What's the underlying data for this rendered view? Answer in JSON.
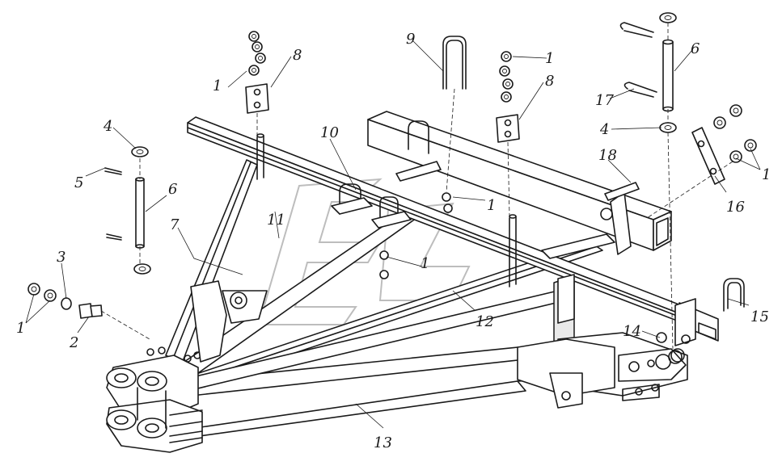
{
  "callouts": [
    {
      "id": "c1a",
      "label": "1"
    },
    {
      "id": "c8a",
      "label": "8"
    },
    {
      "id": "c9",
      "label": "9"
    },
    {
      "id": "c1b",
      "label": "1"
    },
    {
      "id": "c8b",
      "label": "8"
    },
    {
      "id": "c6a",
      "label": "6"
    },
    {
      "id": "c17",
      "label": "17"
    },
    {
      "id": "c4a",
      "label": "4"
    },
    {
      "id": "c4b",
      "label": "4"
    },
    {
      "id": "c10",
      "label": "10"
    },
    {
      "id": "c18",
      "label": "18"
    },
    {
      "id": "c5",
      "label": "5"
    },
    {
      "id": "c6b",
      "label": "6"
    },
    {
      "id": "c1c",
      "label": "1"
    },
    {
      "id": "c16",
      "label": "16"
    },
    {
      "id": "c1d",
      "label": "1"
    },
    {
      "id": "c11",
      "label": "11"
    },
    {
      "id": "c7",
      "label": "7"
    },
    {
      "id": "c3",
      "label": "3"
    },
    {
      "id": "c1e",
      "label": "1"
    },
    {
      "id": "c1f",
      "label": "1"
    },
    {
      "id": "c12",
      "label": "12"
    },
    {
      "id": "c15",
      "label": "15"
    },
    {
      "id": "c2",
      "label": "2"
    },
    {
      "id": "c14",
      "label": "14"
    },
    {
      "id": "c13",
      "label": "13"
    }
  ]
}
